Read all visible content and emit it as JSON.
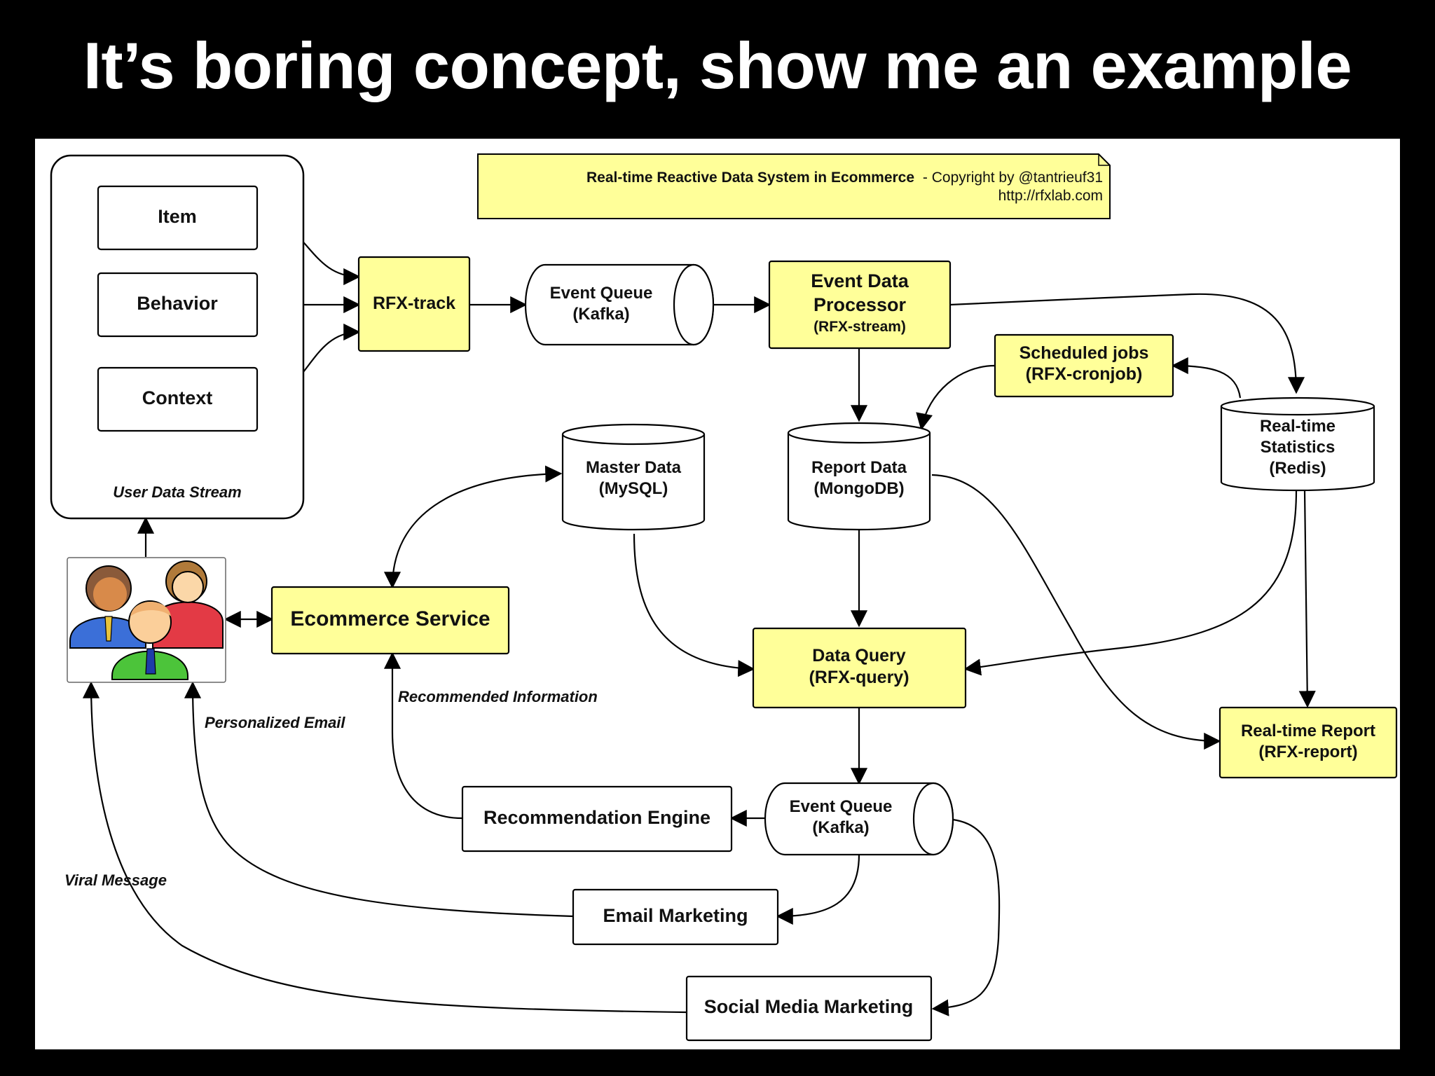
{
  "slide": {
    "title": "It’s boring concept, show me an example"
  },
  "diagram": {
    "note": {
      "title": "Real-time Reactive Data System in Ecommerce",
      "copyright": "- Copyright by @tantrieuf31",
      "url": "http://rfxlab.com"
    },
    "user_stream": {
      "label": "User Data Stream",
      "items": [
        "Item",
        "Behavior",
        "Context"
      ]
    },
    "nodes": {
      "rfx_track": "RFX-track",
      "event_queue_1": [
        "Event Queue",
        "(Kafka)"
      ],
      "event_processor": [
        "Event Data",
        "Processor",
        "(RFX-stream)"
      ],
      "scheduled_jobs": [
        "Scheduled jobs",
        "(RFX-cronjob)"
      ],
      "realtime_stats": [
        "Real-time",
        "Statistics",
        "(Redis)"
      ],
      "master_data": [
        "Master Data",
        "(MySQL)"
      ],
      "report_data": [
        "Report Data",
        "(MongoDB)"
      ],
      "ecommerce_service": "Ecommerce Service",
      "data_query": [
        "Data Query",
        "(RFX-query)"
      ],
      "realtime_report": [
        "Real-time Report",
        "(RFX-report)"
      ],
      "event_queue_2": [
        "Event Queue",
        "(Kafka)"
      ],
      "recommendation_engine": "Recommendation Engine",
      "email_marketing": "Email Marketing",
      "social_media_marketing": "Social Media Marketing"
    },
    "edge_labels": {
      "recommended_info": "Recommended Information",
      "personalized_email": "Personalized Email",
      "viral_message": "Viral Message"
    },
    "colors": {
      "highlight_fill": "#FFFF99",
      "line": "#000000",
      "background": "#FFFFFF"
    }
  }
}
